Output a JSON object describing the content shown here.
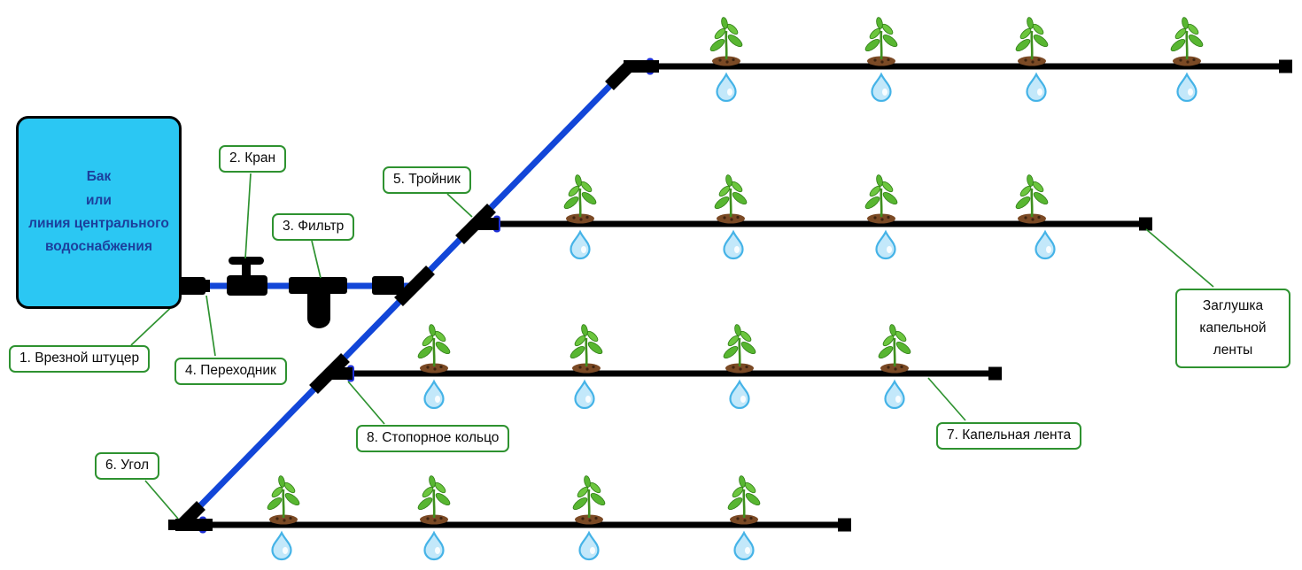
{
  "tank": {
    "text": "Бак\nили\nлиния центрального\nводоснабжения"
  },
  "callouts": {
    "shtucer": "1. Врезной штуцер",
    "kran": "2. Кран",
    "filtr": "3. Фильтр",
    "perehodnik": "4. Переходник",
    "troynik": "5. Тройник",
    "ugol": "6. Угол",
    "kapelnaya_lenta": "7. Капельная лента",
    "stopornoe_kolco": "8. Стопорное кольцо",
    "zaglushka": "Заглушка\nкапельной\nленты"
  },
  "colors": {
    "tank_fill": "#2bc7f3",
    "tank_text": "#1c3f9c",
    "supply_pipe_blue": "#1246d8",
    "stop_ring_blue": "#1d2fd6",
    "drip_tape_black": "#000000",
    "label_border_green": "#2e9230",
    "leaf_green": "#58b631",
    "soil_brown": "#7b4a25",
    "drop_fill": "#c3e8fa",
    "drop_stroke": "#45b3e7"
  }
}
